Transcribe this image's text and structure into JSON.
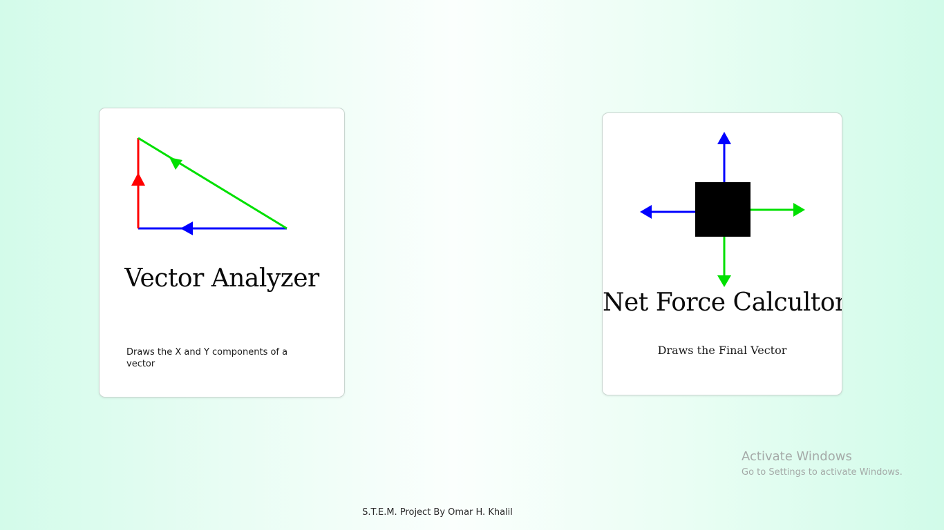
{
  "cards": {
    "vector_analyzer": {
      "title": "Vector Analyzer",
      "description": "Draws the X and Y components of a vector",
      "icon": "vector-triangle-icon",
      "colors": {
        "x_component": "#0000ff",
        "y_component": "#ff0000",
        "resultant": "#00e000"
      }
    },
    "net_force": {
      "title": "Net Force Calcultor",
      "description": "Draws the Final Vector",
      "icon": "force-diagram-icon",
      "colors": {
        "vertical": "#0000ff",
        "horizontal": "#00e000",
        "body": "#000000"
      }
    }
  },
  "watermark": {
    "title": "Activate Windows",
    "subtitle": "Go to Settings to activate Windows."
  },
  "footer": {
    "credit": "S.T.E.M. Project By Omar H. Khalil"
  }
}
